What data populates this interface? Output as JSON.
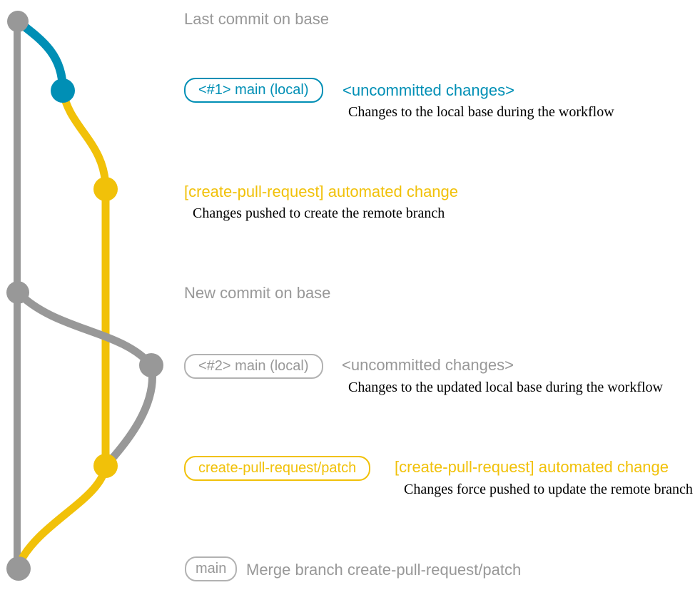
{
  "colors": {
    "gray": "#989898",
    "gray_border": "#b2b2b2",
    "blue": "#008fb5",
    "yellow": "#f1c109",
    "caption": "#000000"
  },
  "graph": {
    "branches": [
      {
        "name": "base (main)",
        "color": "#989898"
      },
      {
        "name": "local uncommitted changes",
        "color": "#008fb5"
      },
      {
        "name": "create-pull-request/patch",
        "color": "#f1c109"
      }
    ],
    "nodes": [
      {
        "id": "base-top",
        "label": "Last commit on base",
        "color": "#989898"
      },
      {
        "id": "main-local-1",
        "label": "<#1> main (local)",
        "color": "#008fb5"
      },
      {
        "id": "patch-1",
        "label": "[create-pull-request] automated change",
        "color": "#f1c109"
      },
      {
        "id": "base-new",
        "label": "New commit on base",
        "color": "#989898"
      },
      {
        "id": "main-local-2",
        "label": "<#2> main (local)",
        "color": "#989898"
      },
      {
        "id": "patch-2",
        "label": "create-pull-request/patch",
        "color": "#f1c109"
      },
      {
        "id": "merge",
        "label": "Merge branch create-pull-request/patch",
        "color": "#989898"
      }
    ]
  },
  "annotations": {
    "last_commit_label": "Last commit on base",
    "badge_main_1": "<#1> main (local)",
    "uncommitted_1": "<uncommitted changes>",
    "caption_1": "Changes to the local base during the workflow",
    "automated_change_1": "[create-pull-request] automated change",
    "caption_2": "Changes pushed to create the remote branch",
    "new_commit_label": "New commit on base",
    "badge_main_2": "<#2> main (local)",
    "uncommitted_2": "<uncommitted changes>",
    "caption_3": "Changes to the updated local base during the workflow",
    "badge_patch": "create-pull-request/patch",
    "automated_change_2": "[create-pull-request] automated change",
    "caption_4": "Changes force pushed to update the remote branch",
    "badge_main_final": "main",
    "merge_label": "Merge branch create-pull-request/patch"
  }
}
